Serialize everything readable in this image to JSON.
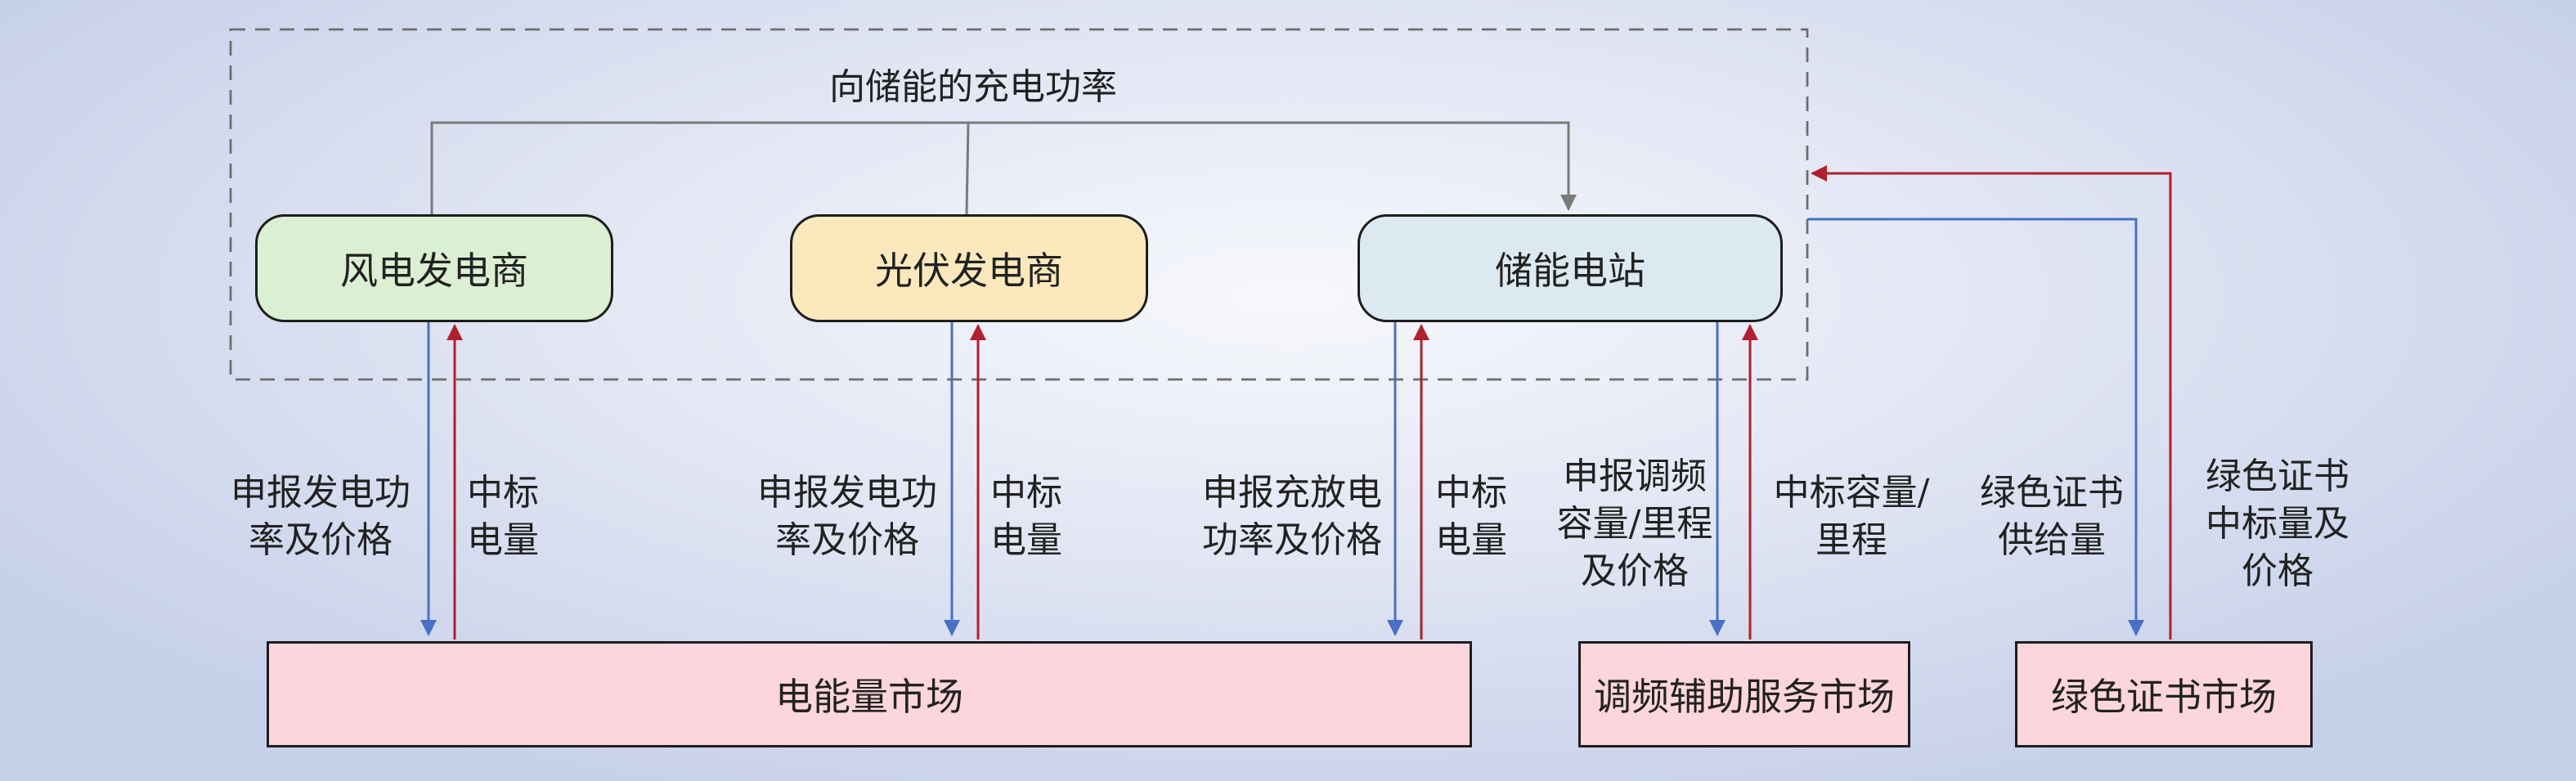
{
  "title": "向储能的充电功率",
  "nodes": {
    "wind": "风电发电商",
    "pv": "光伏发电商",
    "storage": "储能电站"
  },
  "markets": {
    "energy": "电能量市场",
    "freq": "调频辅助服务市场",
    "green": "绿色证书市场"
  },
  "labels": {
    "wind_bid": "申报发电功\n率及价格",
    "wind_won": "中标\n电量",
    "pv_bid": "申报发电功\n率及价格",
    "pv_won": "中标\n电量",
    "storage_bid": "申报充放电\n功率及价格",
    "storage_won": "中标\n电量",
    "freq_bid": "申报调频\n容量/里程\n及价格",
    "freq_won": "中标容量/\n里程",
    "green_supply": "绿色证书\n供给量",
    "green_won": "绿色证书\n中标量及\n价格"
  },
  "colors": {
    "bid_arrow": "#4a6fc4",
    "won_arrow": "#b0202e",
    "charge_line": "#7a7a7a",
    "wind_fill": "#dbf0d2",
    "pv_fill": "#fbe9bd",
    "storage_fill": "#dde9f1",
    "market_fill": "#fdd6dd"
  }
}
